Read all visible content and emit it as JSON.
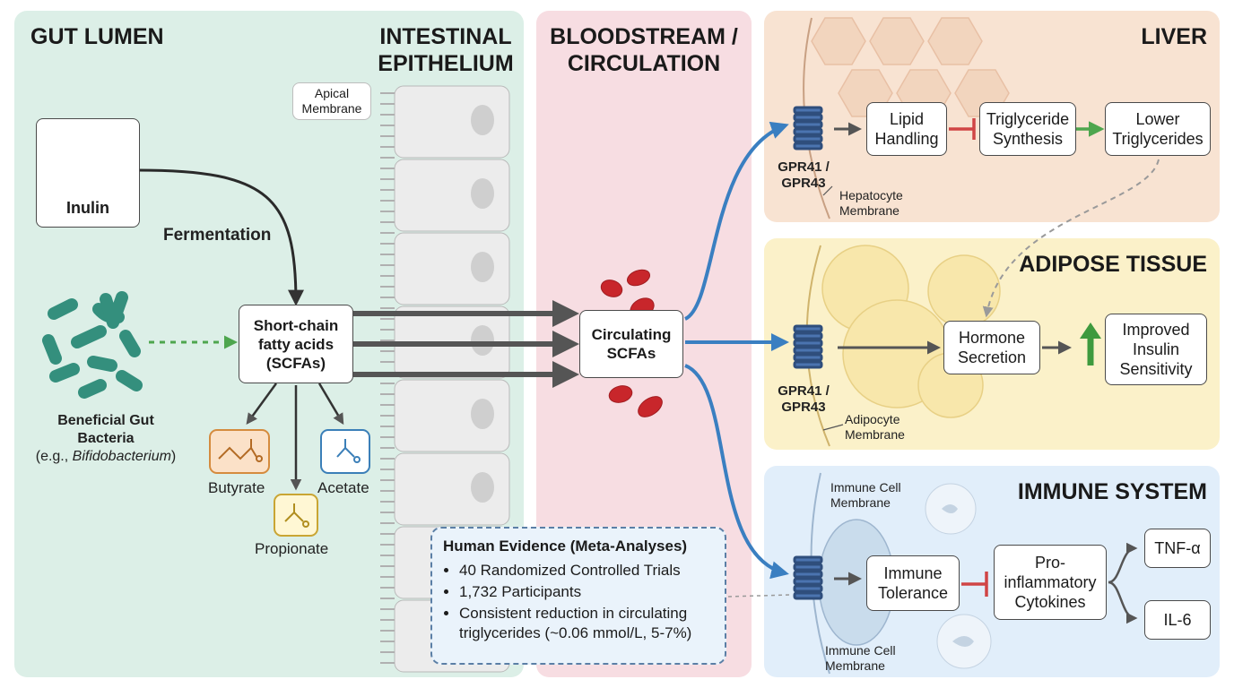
{
  "sections": {
    "gut_lumen": "GUT LUMEN",
    "epithelium_line1": "INTESTINAL",
    "epithelium_line2": "EPITHELIUM",
    "blood_line1": "BLOODSTREAM /",
    "blood_line2": "CIRCULATION",
    "liver": "LIVER",
    "adipose": "ADIPOSE TISSUE",
    "immune": "IMMUNE SYSTEM"
  },
  "gut": {
    "inulin": "Inulin",
    "fermentation": "Fermentation",
    "bacteria_line1": "Beneficial Gut",
    "bacteria_line2": "Bacteria",
    "bacteria_prefix": "(e.g., ",
    "bacteria_example": "Bifidobacterium",
    "bacteria_suffix": ")",
    "scfa_line1": "Short-chain",
    "scfa_line2": "fatty acids",
    "scfa_line3": "(SCFAs)",
    "butyrate": "Butyrate",
    "propionate": "Propionate",
    "acetate": "Acetate",
    "apical_line1": "Apical",
    "apical_line2": "Membrane"
  },
  "blood": {
    "circ_line1": "Circulating",
    "circ_line2": "SCFAs"
  },
  "liver": {
    "lipid_line1": "Lipid",
    "lipid_line2": "Handling",
    "tg_line1": "Triglyceride",
    "tg_line2": "Synthesis",
    "lower_line1": "Lower",
    "lower_line2": "Triglycerides",
    "receptor_line1": "GPR41 /",
    "receptor_line2": "GPR43",
    "membrane_line1": "Hepatocyte",
    "membrane_line2": "Membrane"
  },
  "adipose": {
    "hormone_line1": "Hormone",
    "hormone_line2": "Secretion",
    "improved_line1": "Improved",
    "improved_line2": "Insulin",
    "improved_line3": "Sensitivity",
    "receptor_line1": "GPR41 /",
    "receptor_line2": "GPR43",
    "membrane_line1": "Adipocyte",
    "membrane_line2": "Membrane"
  },
  "immune": {
    "tolerance_line1": "Immune",
    "tolerance_line2": "Tolerance",
    "cyto_line1": "Pro-",
    "cyto_line2": "inflammatory",
    "cyto_line3": "Cytokines",
    "tnf": "TNF-α",
    "il6": "IL-6",
    "membrane_top_line1": "Immune Cell",
    "membrane_top_line2": "Membrane",
    "membrane_bottom_line1": "Immune Cell",
    "membrane_bottom_line2": "Membrane"
  },
  "evidence": {
    "title": "Human Evidence (Meta-Analyses)",
    "items": [
      "40 Randomized Controlled Trials",
      "1,732 Participants",
      "Consistent reduction in circulating triglycerides (~0.06 mmol/L, 5-7%)"
    ]
  },
  "colors": {
    "gut": "#dcefe7",
    "blood": "#f7dde2",
    "liver": "#f8e3d2",
    "adipose": "#fbf1c9",
    "immune": "#e1eefa",
    "arrow_blue": "#3a7fc1",
    "inhibit_red": "#d04545",
    "promote_green": "#3e9a3e"
  }
}
